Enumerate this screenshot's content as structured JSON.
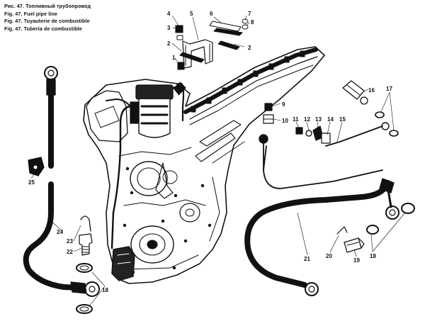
{
  "captions": [
    "Рис. 47. Топливный трубопровод",
    "Fig. 47. Fuel pipe line",
    "Fig. 47. Tuyauterie de combustible",
    "Fig. 47. Tubería de combustible"
  ],
  "callouts": [
    "1",
    "2",
    "2",
    "3",
    "4",
    "5",
    "6",
    "7",
    "8",
    "9",
    "10",
    "11",
    "12",
    "13",
    "14",
    "15",
    "16",
    "17",
    "18",
    "18",
    "19",
    "20",
    "21",
    "22",
    "23",
    "24",
    "25"
  ],
  "colors": {
    "ink": "#111111",
    "paper": "#ffffff"
  }
}
